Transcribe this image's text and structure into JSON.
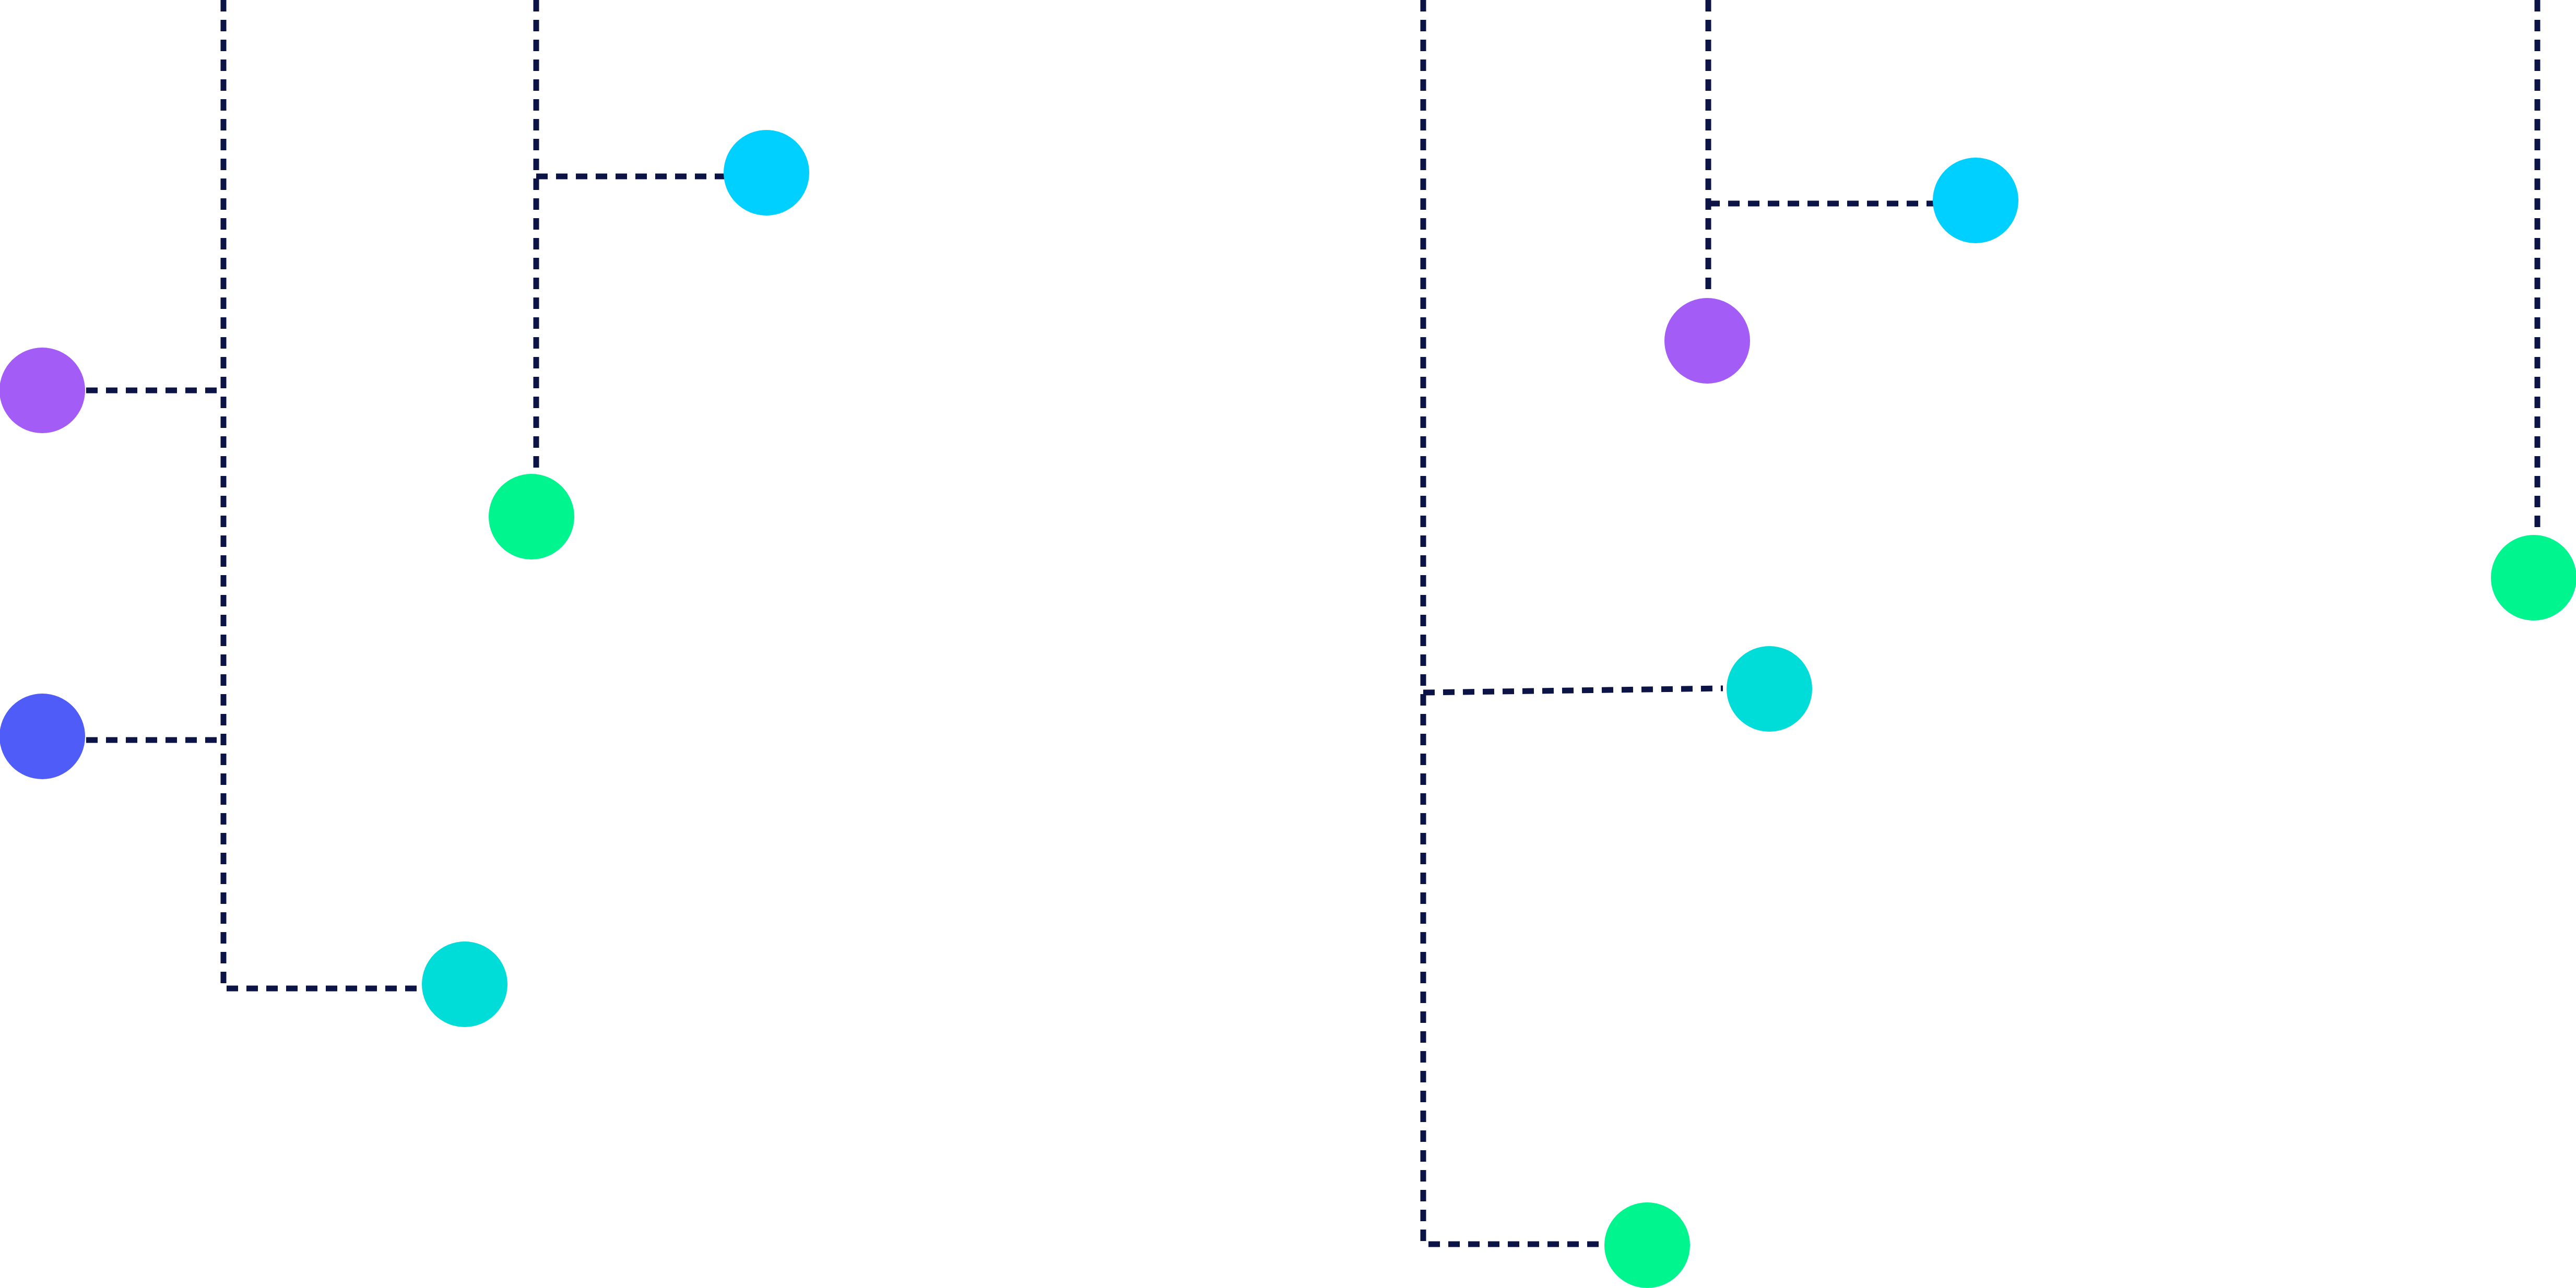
{
  "colors": {
    "background": "#ffffff",
    "connector": "#0b1444",
    "violet": "#a45cf7",
    "indigo": "#4f5cf8",
    "sky": "#00d0ff",
    "teal": "#00dcd8",
    "mint": "#00f58e"
  },
  "nodes": [
    {
      "name": "node-violet-left",
      "color": "violet"
    },
    {
      "name": "node-indigo-left",
      "color": "indigo"
    },
    {
      "name": "node-sky-upper-left",
      "color": "sky"
    },
    {
      "name": "node-mint-left",
      "color": "mint"
    },
    {
      "name": "node-teal-lower-left",
      "color": "teal"
    },
    {
      "name": "node-sky-upper-right",
      "color": "sky"
    },
    {
      "name": "node-violet-right",
      "color": "violet"
    },
    {
      "name": "node-teal-right",
      "color": "teal"
    },
    {
      "name": "node-mint-bottom-right",
      "color": "mint"
    },
    {
      "name": "node-mint-far-right",
      "color": "mint"
    }
  ]
}
